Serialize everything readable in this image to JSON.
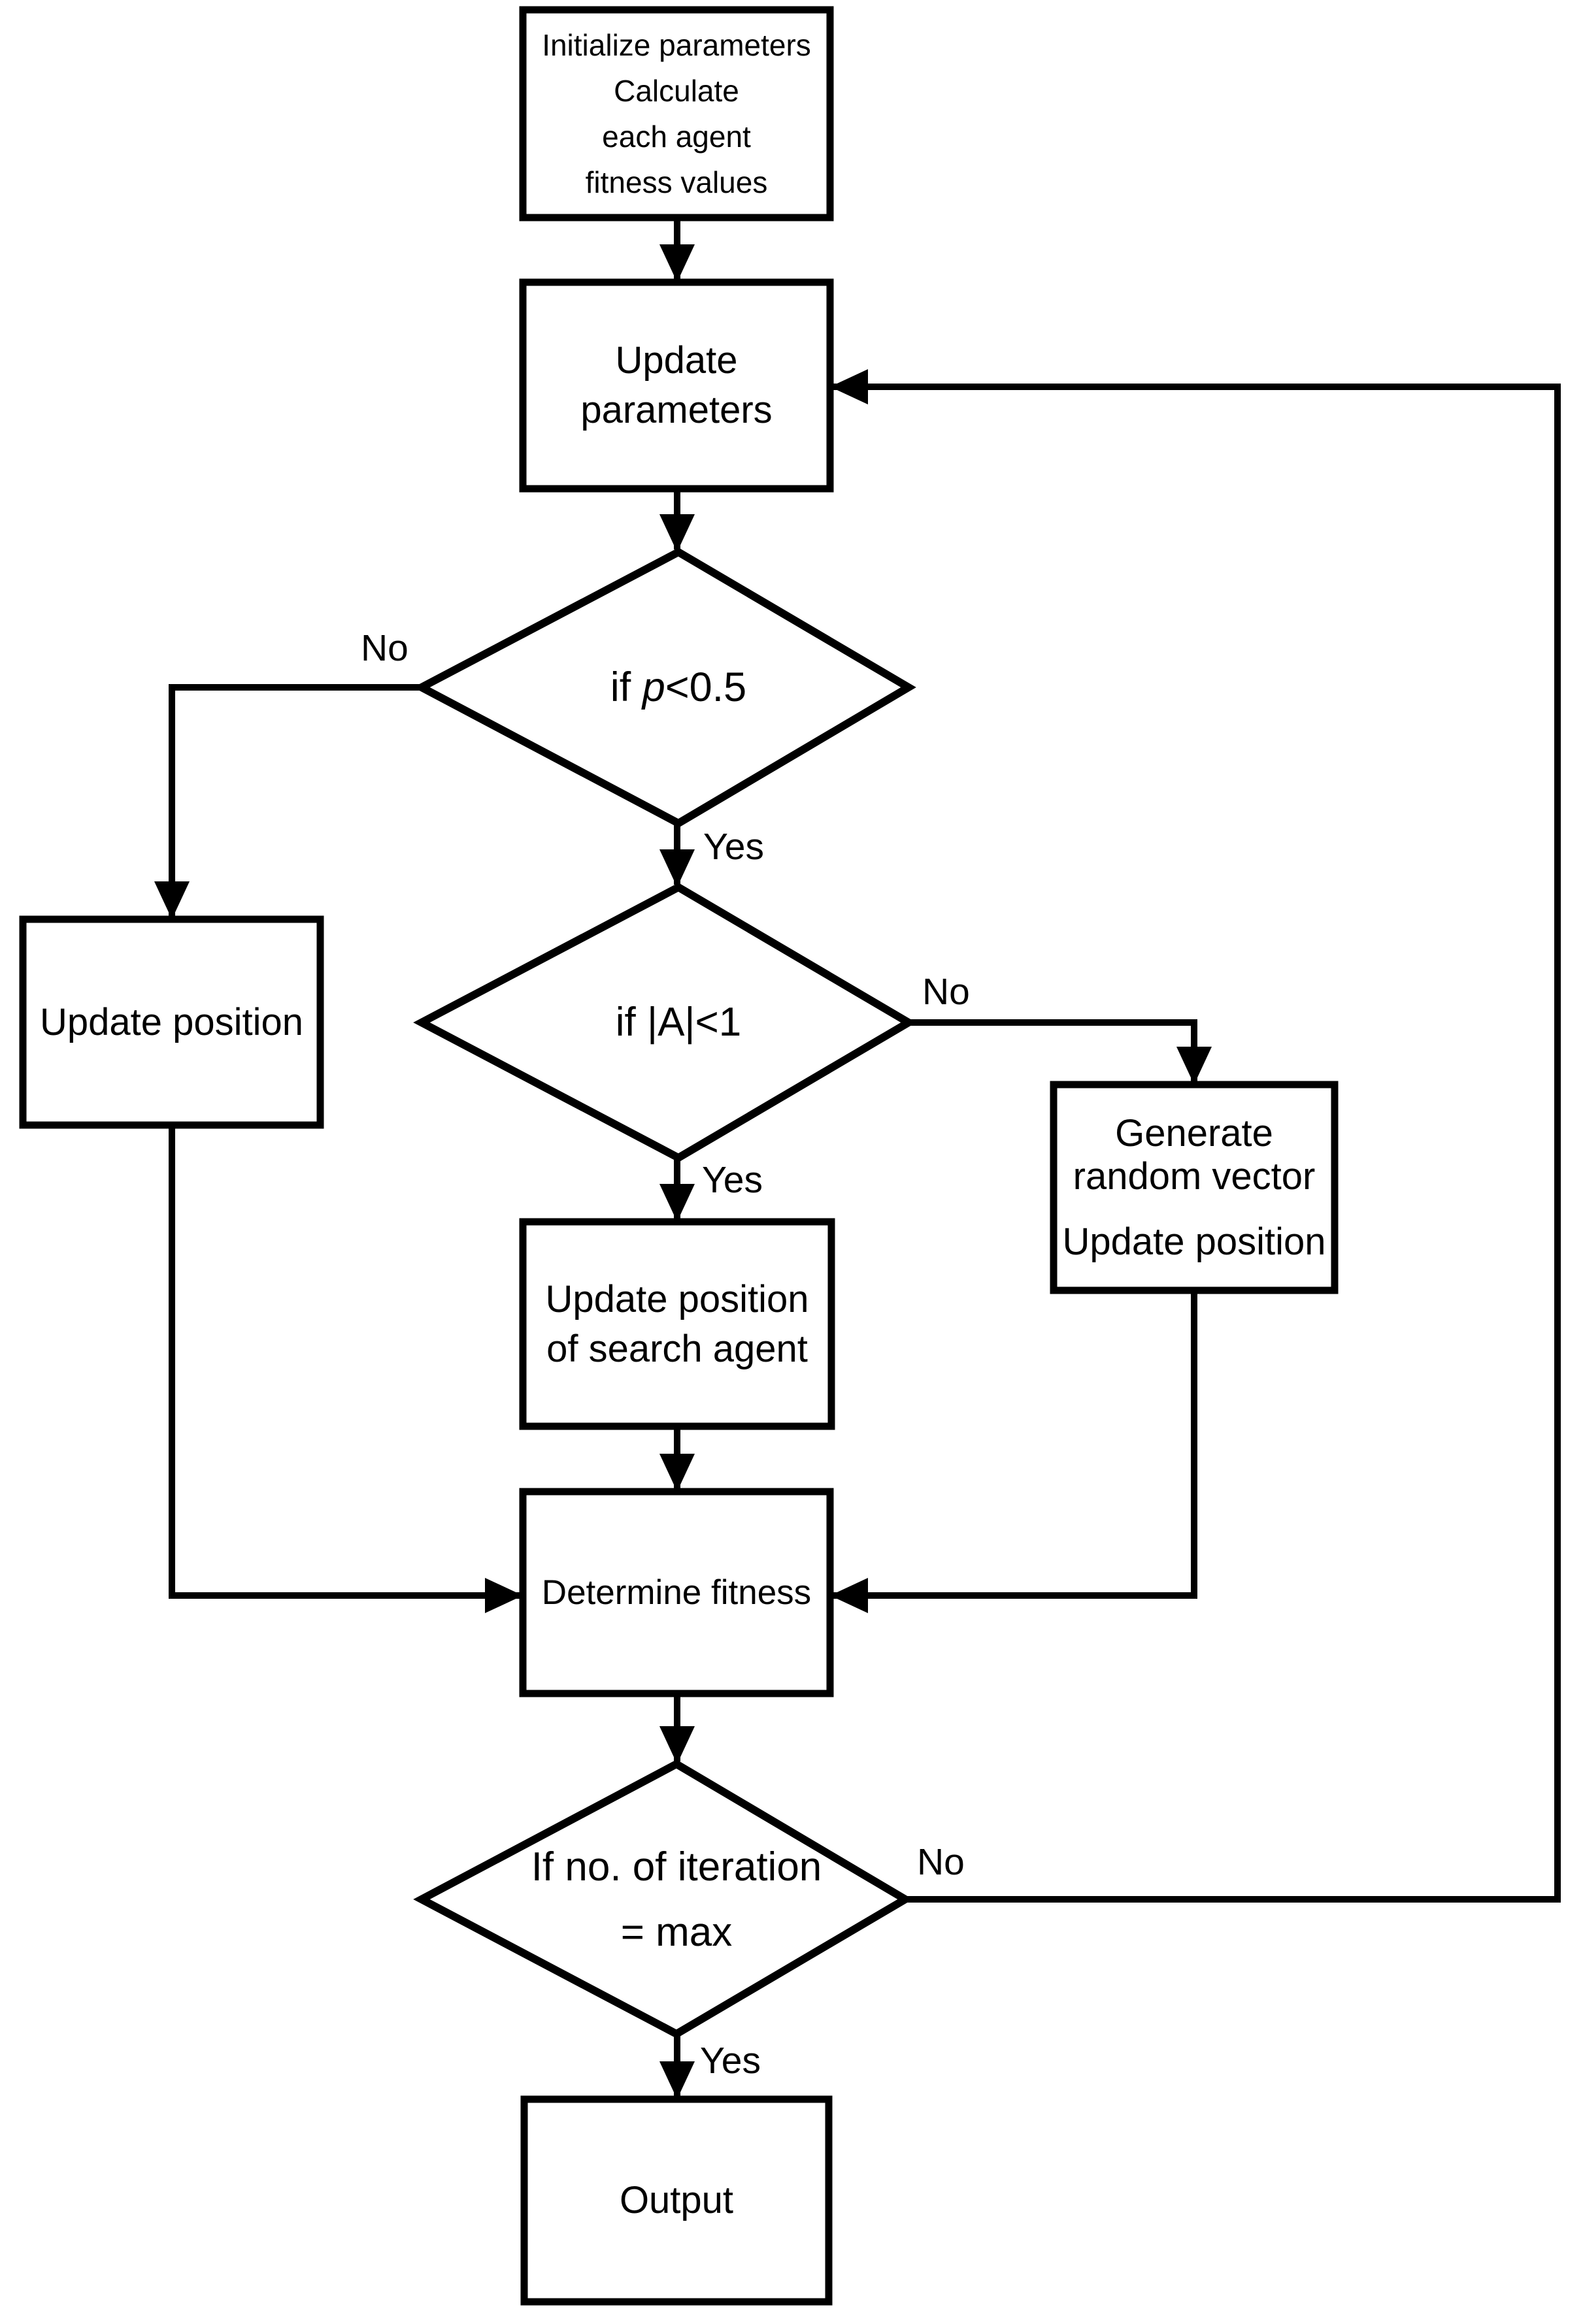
{
  "nodes": {
    "init": {
      "lines": [
        "Initialize parameters",
        "Calculate",
        "each agent",
        "fitness values"
      ]
    },
    "update_params": {
      "lines": [
        "Update",
        "parameters"
      ]
    },
    "decision_p": {
      "prefix": "if ",
      "var": "p",
      "suffix": "<0.5"
    },
    "update_position": {
      "label": "Update position"
    },
    "decision_a": {
      "label": "if |A|<1"
    },
    "generate_random": {
      "lines": [
        "Generate",
        "random vector",
        "Update position"
      ]
    },
    "update_search": {
      "lines": [
        "Update position",
        "of search agent"
      ]
    },
    "determine_fitness": {
      "label": "Determine fitness"
    },
    "decision_iter": {
      "lines": [
        "If no. of iteration",
        "= max"
      ]
    },
    "output": {
      "label": "Output"
    }
  },
  "edge_labels": {
    "no_p": "No",
    "yes_p": "Yes",
    "no_a": "No",
    "yes_a": "Yes",
    "no_iter": "No",
    "yes_iter": "Yes"
  },
  "colors": {
    "stroke": "#000000",
    "background": "#ffffff",
    "text": "#000000"
  }
}
